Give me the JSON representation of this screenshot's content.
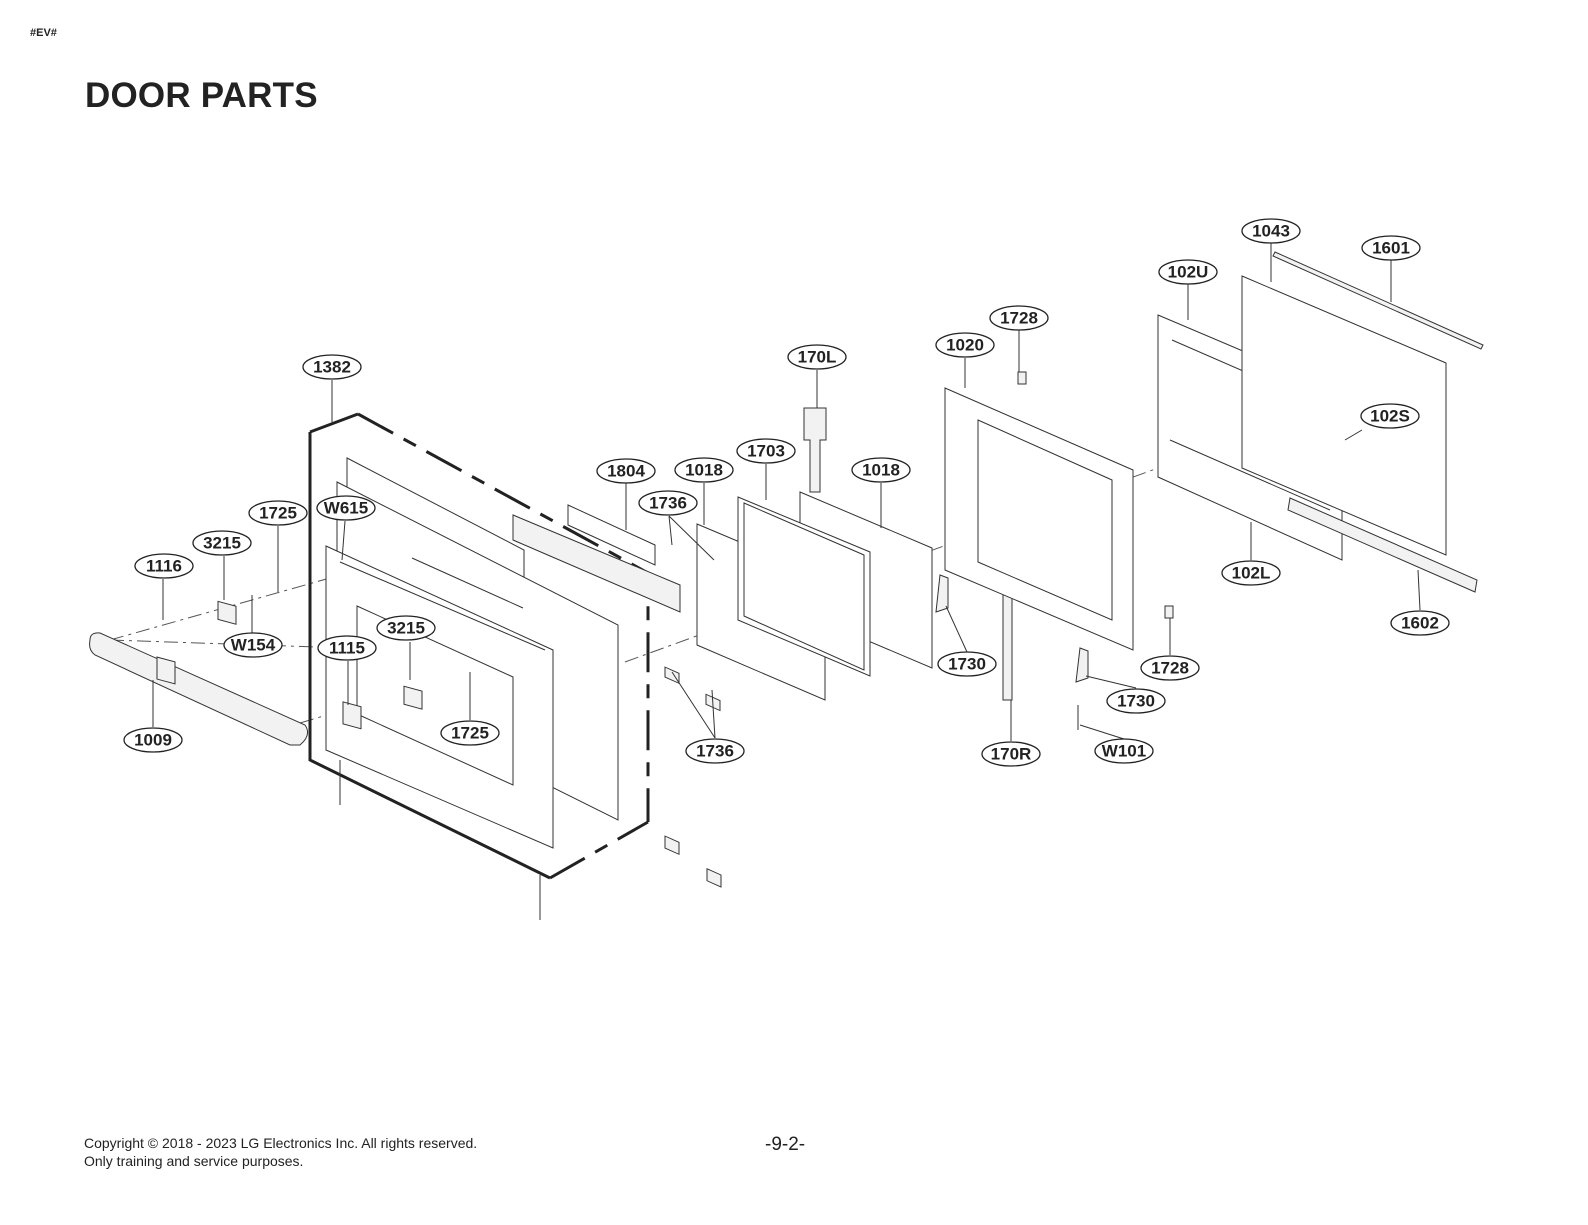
{
  "header": {
    "code": "#EV#",
    "title": "DOOR PARTS"
  },
  "footer": {
    "copyright": "Copyright © 2018 - 2023 LG Electronics Inc. All rights reserved.",
    "purpose": "Only training and service purposes.",
    "page": "-9-2-"
  },
  "labels": [
    {
      "id": "l1043",
      "text": "1043"
    },
    {
      "id": "l1601",
      "text": "1601"
    },
    {
      "id": "l102U",
      "text": "102U"
    },
    {
      "id": "l1728a",
      "text": "1728"
    },
    {
      "id": "l1020",
      "text": "1020"
    },
    {
      "id": "l170L",
      "text": "170L"
    },
    {
      "id": "l1382",
      "text": "1382"
    },
    {
      "id": "l102S",
      "text": "102S"
    },
    {
      "id": "l1703",
      "text": "1703"
    },
    {
      "id": "l1804",
      "text": "1804"
    },
    {
      "id": "l1018a",
      "text": "1018"
    },
    {
      "id": "l1018b",
      "text": "1018"
    },
    {
      "id": "l1736a",
      "text": "1736"
    },
    {
      "id": "l1725a",
      "text": "1725"
    },
    {
      "id": "lW615",
      "text": "W615"
    },
    {
      "id": "l3215a",
      "text": "3215"
    },
    {
      "id": "l1116",
      "text": "1116"
    },
    {
      "id": "l102L",
      "text": "102L"
    },
    {
      "id": "l1602",
      "text": "1602"
    },
    {
      "id": "lW154",
      "text": "W154"
    },
    {
      "id": "l3215b",
      "text": "3215"
    },
    {
      "id": "l1115",
      "text": "1115"
    },
    {
      "id": "l1730a",
      "text": "1730"
    },
    {
      "id": "l1728b",
      "text": "1728"
    },
    {
      "id": "l1730b",
      "text": "1730"
    },
    {
      "id": "l1725b",
      "text": "1725"
    },
    {
      "id": "l1009",
      "text": "1009"
    },
    {
      "id": "l1736b",
      "text": "1736"
    },
    {
      "id": "l170R",
      "text": "170R"
    },
    {
      "id": "lW101",
      "text": "W101"
    }
  ]
}
